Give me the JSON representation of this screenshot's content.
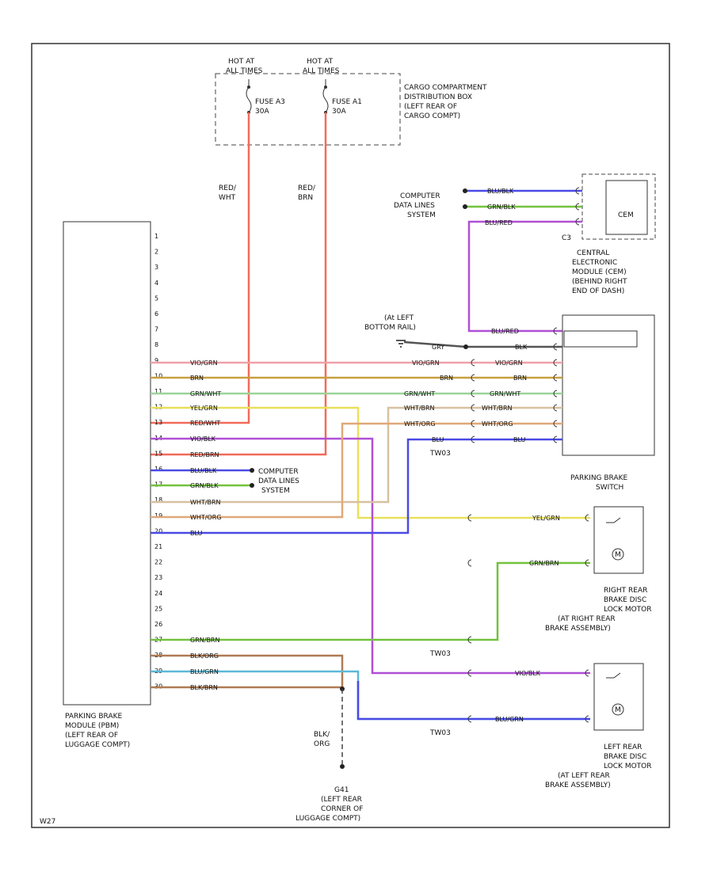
{
  "diagram_code": "W27",
  "fuse_box": {
    "hot_a": [
      "HOT AT",
      "ALL TIMES"
    ],
    "hot_b": [
      "HOT AT",
      "ALL TIMES"
    ],
    "fuse_a": [
      "FUSE A3",
      "30A"
    ],
    "fuse_b": [
      "FUSE A1",
      "30A"
    ],
    "caption": [
      "CARGO COMPARTMENT",
      "DISTRIBUTION BOX",
      "(LEFT REAR OF",
      "CARGO COMPT)"
    ]
  },
  "feed_wires": {
    "left": [
      "RED/",
      "WHT"
    ],
    "right": [
      "RED/",
      "BRN"
    ]
  },
  "pbm": {
    "caption": [
      "PARKING BRAKE",
      "MODULE (PBM)",
      "(LEFT REAR OF",
      "LUGGAGE COMPT)"
    ],
    "pins": [
      "1",
      "2",
      "3",
      "4",
      "5",
      "6",
      "7",
      "8",
      "9",
      "10",
      "11",
      "12",
      "13",
      "14",
      "15",
      "16",
      "17",
      "18",
      "19",
      "20",
      "21",
      "22",
      "23",
      "24",
      "25",
      "26",
      "27",
      "28",
      "29",
      "30"
    ]
  },
  "cem": {
    "name": "CEM",
    "connector": "C3",
    "caption": [
      "CENTRAL",
      "ELECTRONIC",
      "MODULE (CEM)",
      "(BEHIND RIGHT",
      "END OF DASH)"
    ],
    "data_lines_label": [
      "COMPUTER",
      "DATA LINES",
      "SYSTEM"
    ]
  },
  "pbs": {
    "caption": [
      "PARKING BRAKE",
      "SWITCH"
    ],
    "ground_label": [
      "(At LEFT",
      "BOTTOM RAIL)"
    ]
  },
  "pbm_data_lines_label": [
    "COMPUTER",
    "DATA LINES",
    "SYSTEM"
  ],
  "connectors": {
    "p1": "TW03",
    "p2": "TW03",
    "p3": "TW03"
  },
  "right_motor": {
    "caption": [
      "RIGHT REAR",
      "BRAKE DISC",
      "LOCK MOTOR",
      "(AT RIGHT REAR",
      "BRAKE ASSEMBLY)"
    ]
  },
  "left_motor": {
    "caption": [
      "LEFT REAR",
      "BRAKE DISC",
      "LOCK MOTOR",
      "(AT LEFT REAR",
      "BRAKE ASSEMBLY)"
    ]
  },
  "ground": {
    "wire": [
      "BLK/",
      "ORG"
    ],
    "caption": [
      "G41",
      "(LEFT REAR",
      "CORNER OF",
      "LUGGAGE COMPT)"
    ]
  },
  "wires": {
    "vio_grn": "VIO/GRN",
    "brn": "BRN",
    "grn_wht": "GRN/WHT",
    "yel_grn": "YEL/GRN",
    "red_wht": "RED/WHT",
    "vio_blk": "VIO/BLK",
    "red_brn": "RED/BRN",
    "blu_blk": "BLU/BLK",
    "grn_blk": "GRN/BLK",
    "wht_brn": "WHT/BRN",
    "wht_org": "WHT/ORG",
    "blu": "BLU",
    "grn_brn": "GRN/BRN",
    "blk_org": "BLK/ORG",
    "blu_grn": "BLU/GRN",
    "blk_brn": "BLK/BRN",
    "blu_red": "BLU/RED",
    "gry": "GRY",
    "blk": "BLK"
  },
  "colors": {
    "red": "#f26a5a",
    "blue": "#4a4ae6",
    "green": "#72c23c",
    "purple": "#b04fd6",
    "yellow": "#e8e05a",
    "brown": "#b07a52",
    "orange": "#e0a878",
    "cyan": "#5cb8d8"
  }
}
